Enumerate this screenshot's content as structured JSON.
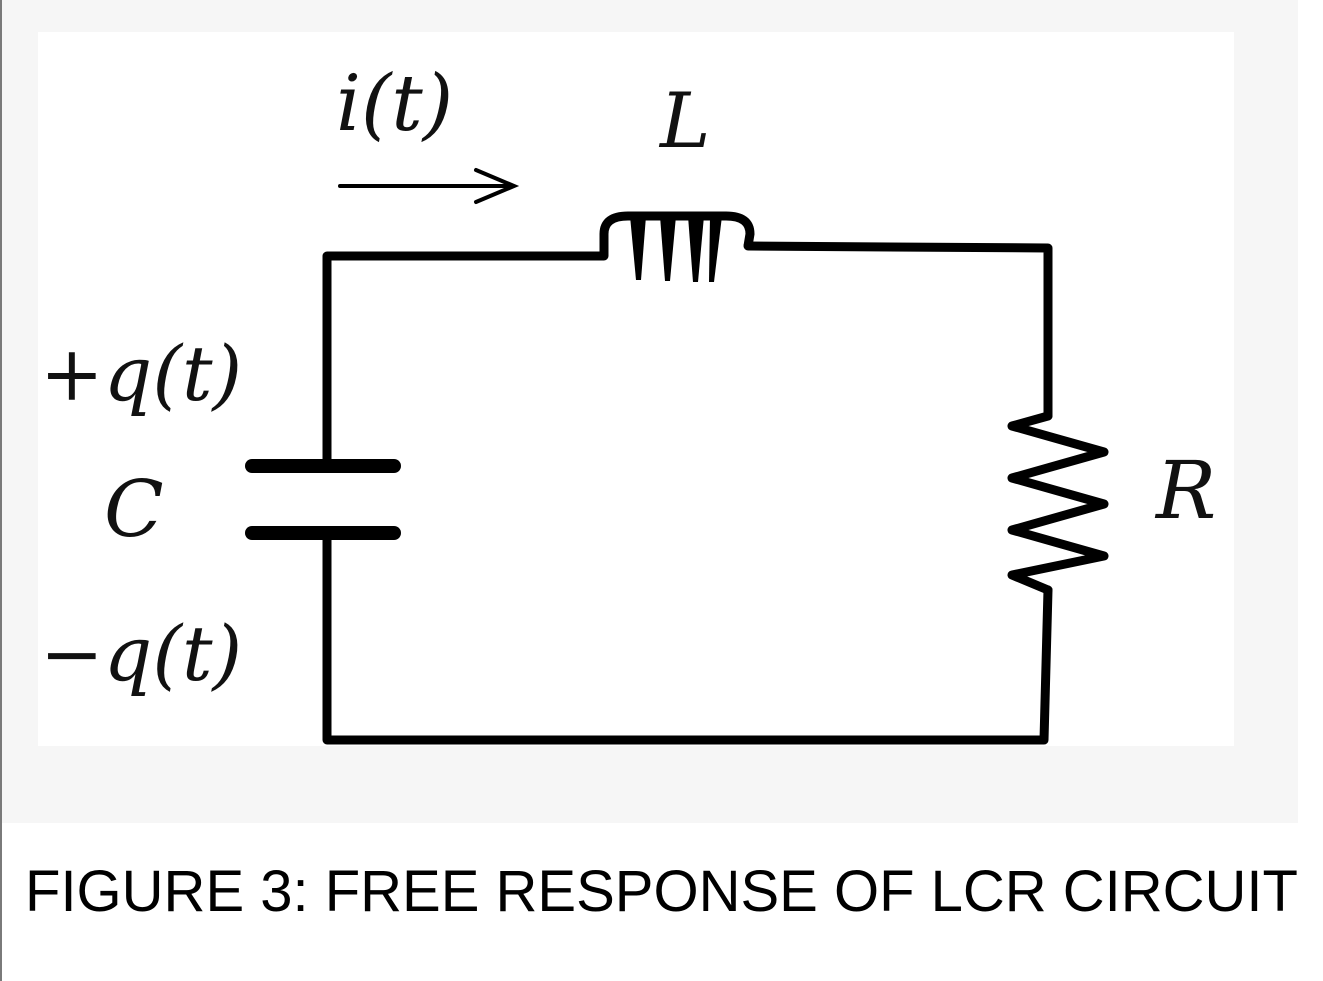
{
  "labels": {
    "current": "i(t)",
    "inductor": "L",
    "resistor": "R",
    "capacitor": "C",
    "charge_positive": "+q(t)",
    "charge_negative": "−q(t)"
  },
  "caption": "FIGURE 3: FREE RESPONSE OF LCR CIRCUIT",
  "colors": {
    "wire": "#000000",
    "label": "#111111",
    "panel_background": "#f6f6f6",
    "diagram_background": "#ffffff"
  }
}
